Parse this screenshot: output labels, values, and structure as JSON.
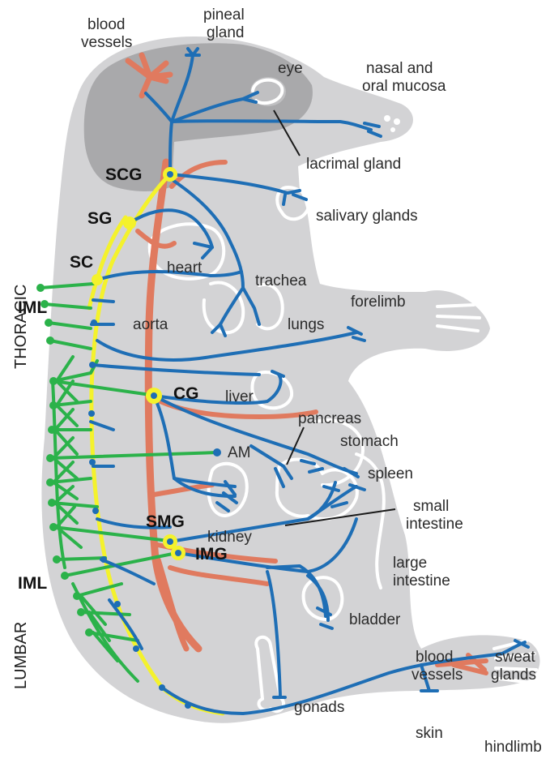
{
  "colors": {
    "body": "#d3d3d5",
    "head_shade": "#a9a9ab",
    "postganglionic": "#1e6eb5",
    "preganglionic": "#2bb24a",
    "ganglia_chain": "#f4f22c",
    "vessels": "#e07a5f",
    "organ_outline": "#ffffff"
  },
  "labels": {
    "blood_vessels_top": [
      "blood",
      "vessels"
    ],
    "pineal_gland": [
      "pineal",
      "gland"
    ],
    "eye": "eye",
    "nasal_oral_mucosa": [
      "nasal and",
      "oral mucosa"
    ],
    "lacrimal_gland": "lacrimal gland",
    "salivary_glands": "salivary glands",
    "heart": "heart",
    "trachea": "trachea",
    "forelimb": "forelimb",
    "aorta": "aorta",
    "lungs": "lungs",
    "liver": "liver",
    "pancreas": "pancreas",
    "stomach": "stomach",
    "am": "AM",
    "spleen": "spleen",
    "small_intestine": [
      "small",
      "intestine"
    ],
    "kidney": "kidney",
    "large_intestine": [
      "large",
      "intestine"
    ],
    "bladder": "bladder",
    "blood_vessels_limb": [
      "blood",
      "vessels"
    ],
    "sweat_glands": [
      "sweat",
      "glands"
    ],
    "gonads": "gonads",
    "skin": "skin",
    "hindlimb": "hindlimb"
  },
  "ganglia": {
    "scg": "SCG",
    "sg": "SG",
    "sc": "SC",
    "iml_upper": "IML",
    "cg": "CG",
    "smg": "SMG",
    "img": "IMG",
    "iml_lower": "IML"
  },
  "side_labels": {
    "thoracic": "THORACIC",
    "lumbar": "LUMBAR"
  }
}
